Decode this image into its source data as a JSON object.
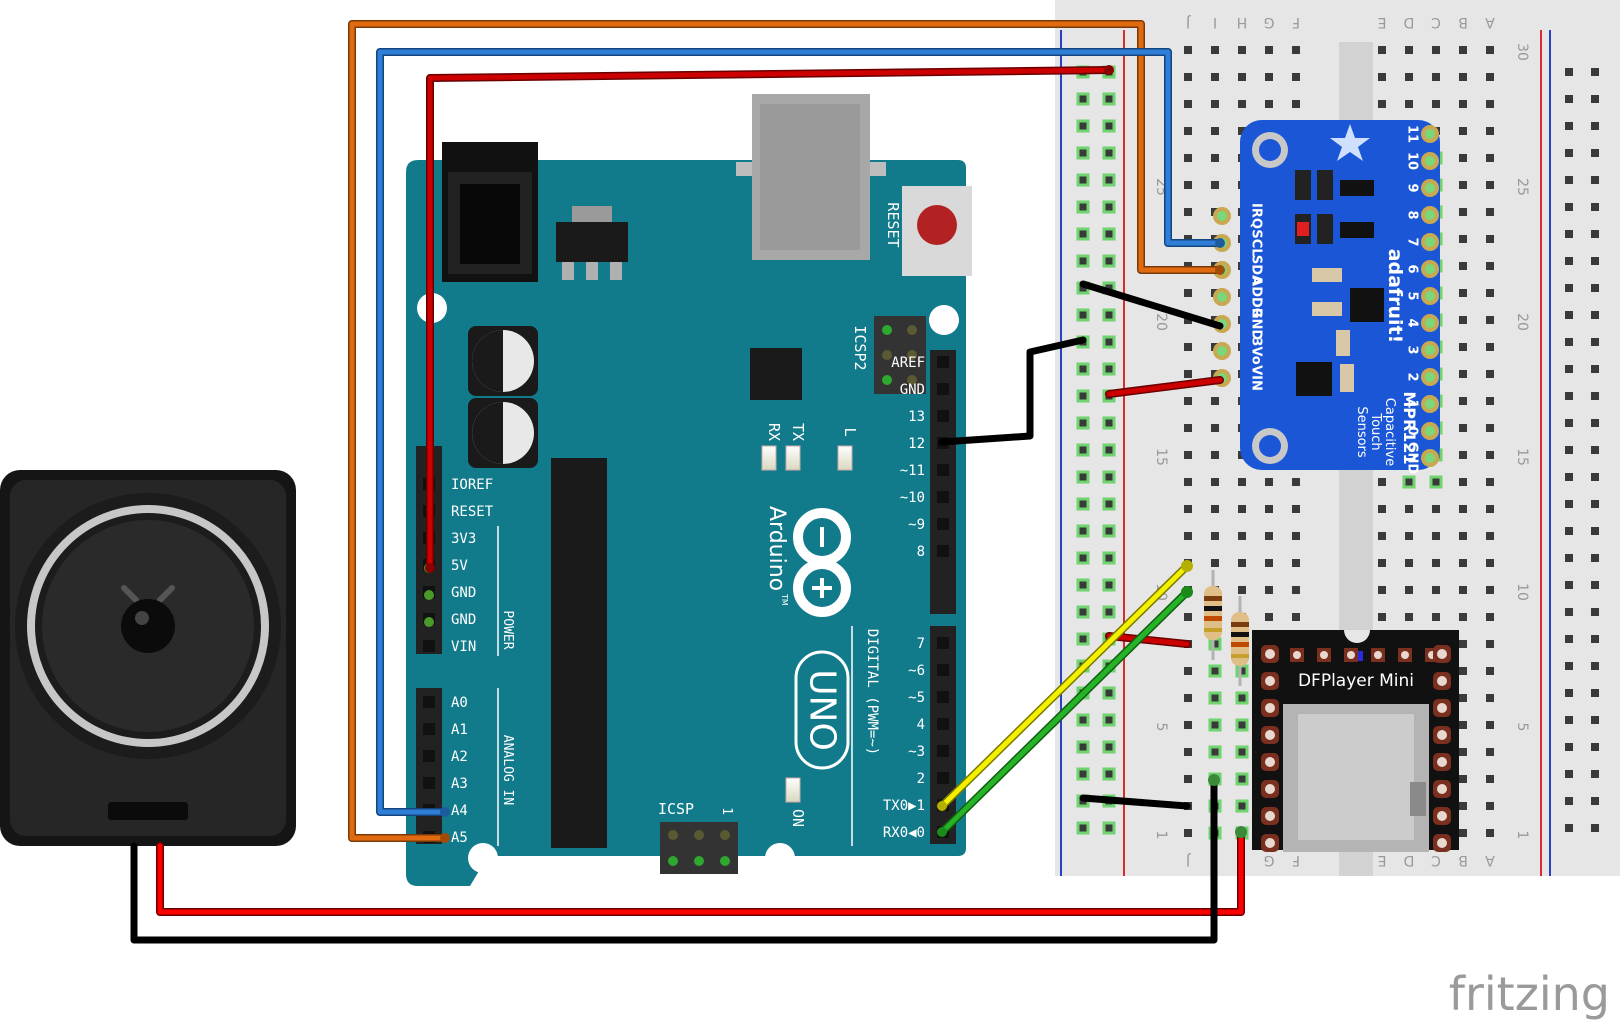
{
  "colors": {
    "arduino_teal": "#117a8b",
    "mpr121_blue": "#1a56d6",
    "wire_orange": "#e06a10",
    "wire_blue": "#2f7fd8",
    "wire_red": "#cc0000",
    "wire_black": "#1a1a1a",
    "wire_yellow": "#f4f000",
    "wire_green": "#27b327",
    "breadboard": "#e6e6e6",
    "rail_red": "#d92c2c",
    "rail_blue": "#2840c8"
  },
  "watermark": "fritzing",
  "arduino": {
    "brand": "Arduino",
    "trademark": "TM",
    "model": "UNO",
    "reset_label": "RESET",
    "icsp2_label": "ICSP2",
    "icsp_label": "ICSP",
    "icsp_pin1": "1",
    "on_label": "ON",
    "tx_label": "TX",
    "rx_label": "RX",
    "l_label": "L",
    "power_header_title": "POWER",
    "analog_header_title": "ANALOG IN",
    "digital_header_title": "DIGITAL (PWM=~)",
    "power_pins": [
      "IOREF",
      "RESET",
      "3V3",
      "5V",
      "GND",
      "GND",
      "VIN"
    ],
    "analog_pins": [
      "A0",
      "A1",
      "A2",
      "A3",
      "A4",
      "A5"
    ],
    "digital_top_pins": [
      "AREF",
      "GND",
      "13",
      "12",
      "~11",
      "~10",
      "~9",
      "8"
    ],
    "digital_bottom_pins": [
      "7",
      "~6",
      "~5",
      "4",
      "~3",
      "2",
      "TX0▶1",
      "RX0◀0"
    ]
  },
  "mpr121": {
    "brand": "adafruit!",
    "name": "MPR121",
    "subtitle_1": "Capacitive",
    "subtitle_2": "Touch",
    "subtitle_3": "Sensors",
    "left_pins": [
      "IRQ",
      "SCL",
      "SDA",
      "ADDR",
      "GND",
      "3Vo",
      "VIN"
    ],
    "right_pins": [
      "11",
      "10",
      "9",
      "8",
      "7",
      "6",
      "5",
      "4",
      "3",
      "2",
      "1",
      "0",
      "GND"
    ]
  },
  "dfplayer": {
    "name": "DFPlayer Mini"
  },
  "breadboard": {
    "columns_right": [
      "A",
      "B",
      "C",
      "D",
      "E"
    ],
    "columns_left": [
      "F",
      "G",
      "H",
      "I",
      "J"
    ],
    "row_numbers": [
      "30",
      "25",
      "20",
      "15",
      "10",
      "5",
      "1"
    ]
  }
}
